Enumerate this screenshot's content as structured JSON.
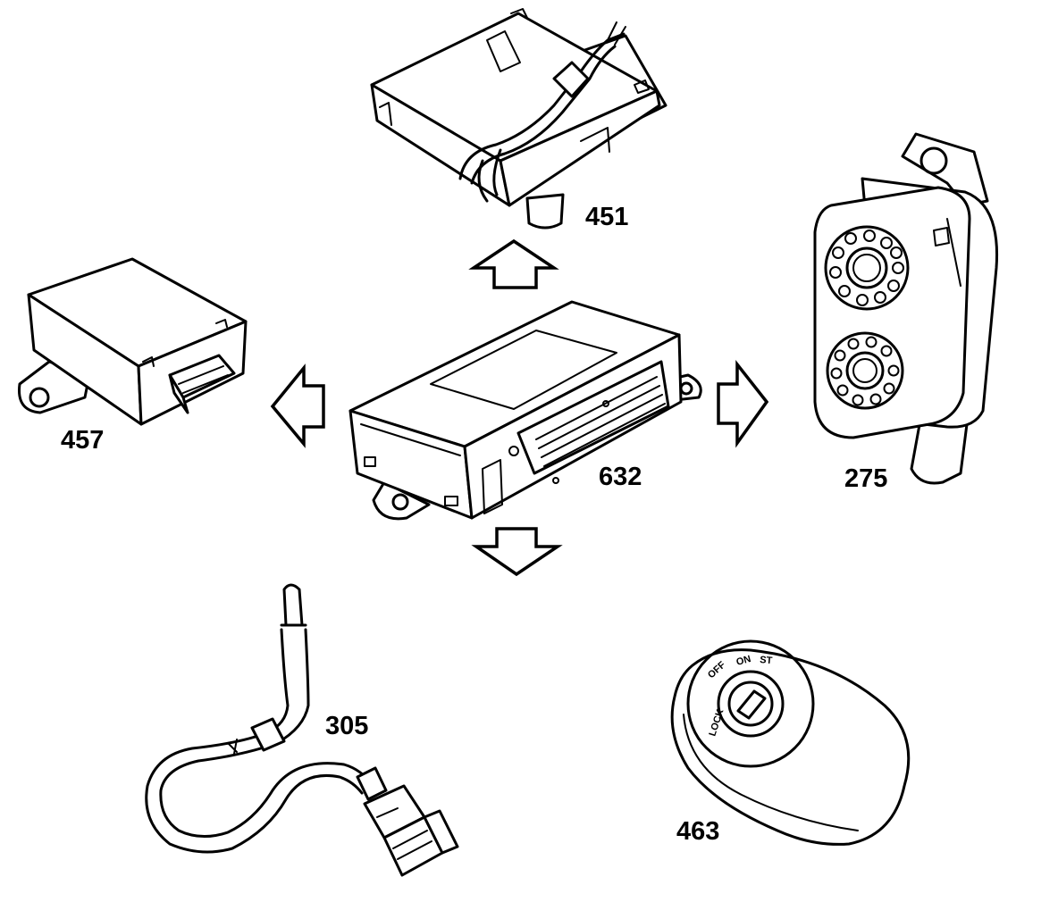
{
  "components": [
    {
      "id": "module-632",
      "label": "632"
    },
    {
      "id": "module-451",
      "label": "451"
    },
    {
      "id": "module-457",
      "label": "457"
    },
    {
      "id": "siren-275",
      "label": "275"
    },
    {
      "id": "sensor-305",
      "label": "305"
    },
    {
      "id": "ignition-switch-463",
      "label": "463"
    }
  ],
  "ignition_positions": [
    "LOCK",
    "OFF",
    "ON",
    "ST"
  ],
  "colors": {
    "line": "#000000",
    "fill": "#ffffff"
  }
}
